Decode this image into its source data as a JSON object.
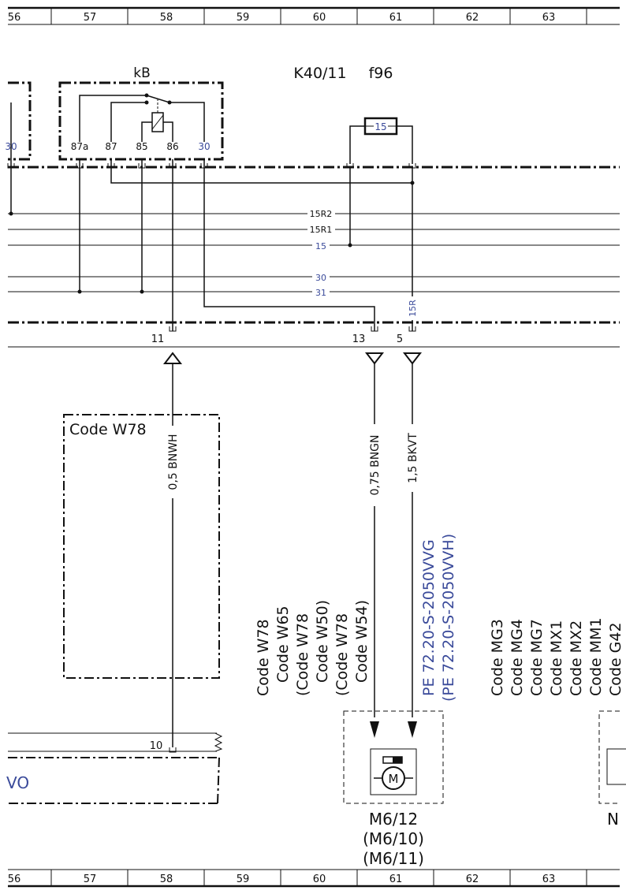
{
  "grid": {
    "columns": [
      "56",
      "57",
      "58",
      "59",
      "60",
      "61",
      "62",
      "63"
    ]
  },
  "relay": {
    "name": "kB",
    "pins": [
      "87a",
      "87",
      "85",
      "86",
      "30"
    ],
    "left_partial_pin": "30"
  },
  "header": {
    "module": "K40/11",
    "fuse": "f96"
  },
  "fuse_box": {
    "value": "15"
  },
  "buses": {
    "r15r2": "15R2",
    "r15r1": "15R1",
    "r15": "15",
    "r30": "30",
    "r31": "31"
  },
  "connectors": {
    "pin11": "11",
    "pin13": "13",
    "pin5": "5",
    "pin10": "10",
    "label15R": "15R"
  },
  "wires": {
    "w1": "0,5 BNWH",
    "w2": "0,75 BNGN",
    "w3": "1,5 BKVT"
  },
  "code_box": {
    "label": "Code W78"
  },
  "codes_left": [
    "Code W78",
    "Code W65",
    "(Code W78",
    "Code W50)",
    "(Code W78",
    "Code W54)"
  ],
  "pe_refs": [
    "PE 72.20-S-2050VVG",
    "(PE 72.20-S-2050VVH)"
  ],
  "codes_right": [
    "Code MG3",
    "Code MG4",
    "Code MG7",
    "Code MX1",
    "Code MX2",
    "Code MM1",
    "Code G42"
  ],
  "bottom_left_label": "VO",
  "motor": {
    "symbol": "M",
    "names": [
      "M6/12",
      "(M6/10)",
      "(M6/11)"
    ]
  },
  "right_partial_label": "N"
}
